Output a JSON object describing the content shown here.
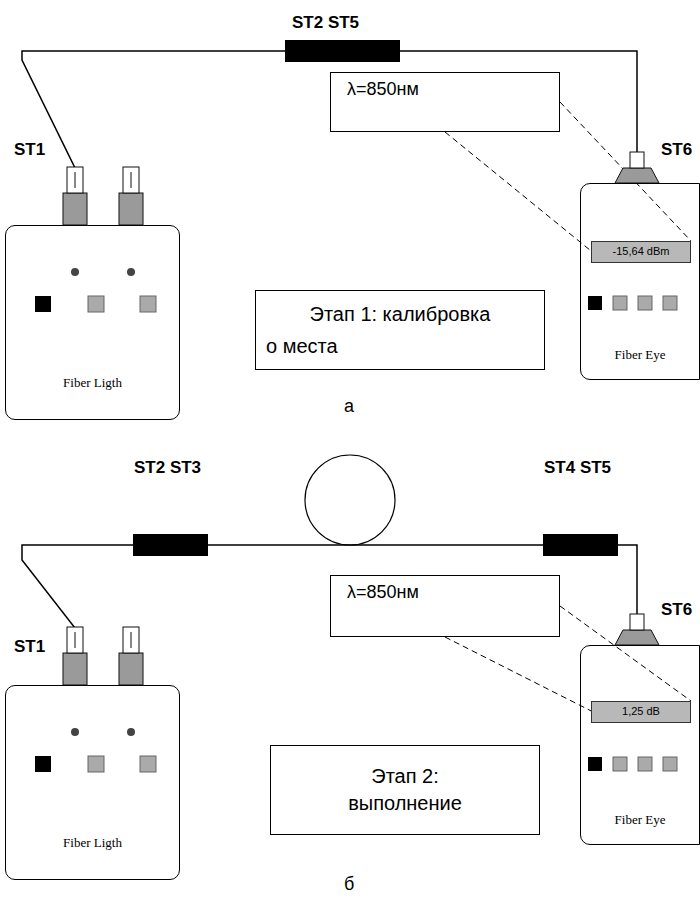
{
  "diagram": {
    "nodes": [
      {
        "text": [
          "λ=850нм"
        ]
      },
      {
        "text": [
          "Этап 1: калибровка",
          "о места"
        ]
      },
      {
        "text": [
          "Fiber Ligth"
        ]
      },
      {
        "text": [
          "Fiber Eye"
        ]
      },
      {
        "text": [
          "-15,64 dBm"
        ],
        "in": 3
      },
      {
        "text": [
          "λ=850нм"
        ]
      },
      {
        "text": [
          "Fiber Ligth"
        ]
      },
      {
        "text": [
          "Fiber Eye"
        ]
      },
      {
        "text": [
          "1,25 dB"
        ],
        "in": 7
      },
      {
        "text": [
          "Этап 2: выполнение"
        ]
      }
    ],
    "edges": [
      {
        "from": 2,
        "to": 3,
        "arrow": "none"
      },
      {
        "from": 0,
        "to": 4,
        "arrow": "none"
      },
      {
        "from": 0,
        "to": 4,
        "arrow": "none"
      },
      {
        "from": 6,
        "to": 7,
        "arrow": "none"
      },
      {
        "from": 5,
        "to": 8,
        "arrow": "none"
      },
      {
        "from": 5,
        "to": 8,
        "arrow": "none"
      }
    ],
    "labels": [
      "ST2 ST5",
      "ST1",
      "ST6",
      "а",
      "ST2 ST3",
      "ST4 ST5",
      "ST1",
      "ST6",
      "б"
    ]
  }
}
